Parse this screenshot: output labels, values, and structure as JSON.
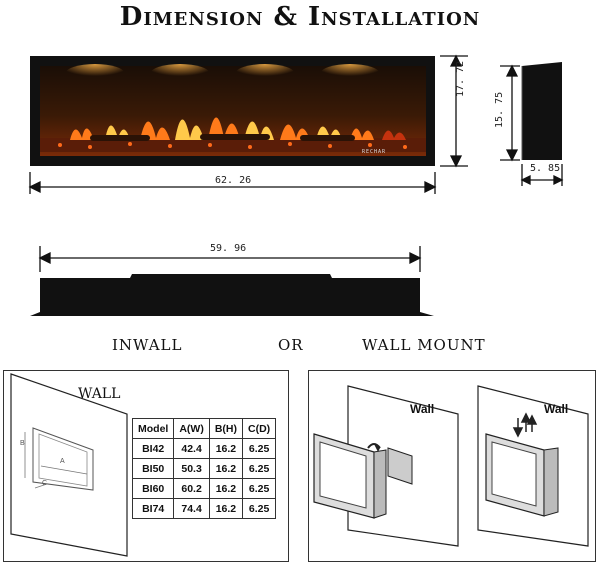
{
  "title": "Dimension & Installation",
  "front_view": {
    "width_label": "62. 26",
    "height_label": "17. 72",
    "brand_text": "RECHAR"
  },
  "side_view": {
    "height_label": "15. 75",
    "depth_label": "5. 85"
  },
  "top_view": {
    "width_label": "59. 96"
  },
  "methods": {
    "inwall": "INWALL",
    "or": "OR",
    "wall_mount": "WALL MOUNT"
  },
  "inwall_panel": {
    "wall_label": "WALL",
    "dim_a": "A",
    "dim_b": "B",
    "dim_c": "C"
  },
  "spec_table": {
    "headers": [
      "Model",
      "A(W)",
      "B(H)",
      "C(D)"
    ],
    "rows": [
      [
        "BI42",
        "42.4",
        "16.2",
        "6.25"
      ],
      [
        "BI50",
        "50.3",
        "16.2",
        "6.25"
      ],
      [
        "BI60",
        "60.2",
        "16.2",
        "6.25"
      ],
      [
        "BI74",
        "74.4",
        "16.2",
        "6.25"
      ]
    ]
  },
  "wallmount_panel": {
    "wall_label_left": "Wall",
    "wall_label_right": "Wall"
  },
  "colors": {
    "frame": "#111111",
    "flame_orange": "#ff7a1a",
    "flame_yellow": "#ffc94a",
    "ember_red": "#c4320e"
  }
}
